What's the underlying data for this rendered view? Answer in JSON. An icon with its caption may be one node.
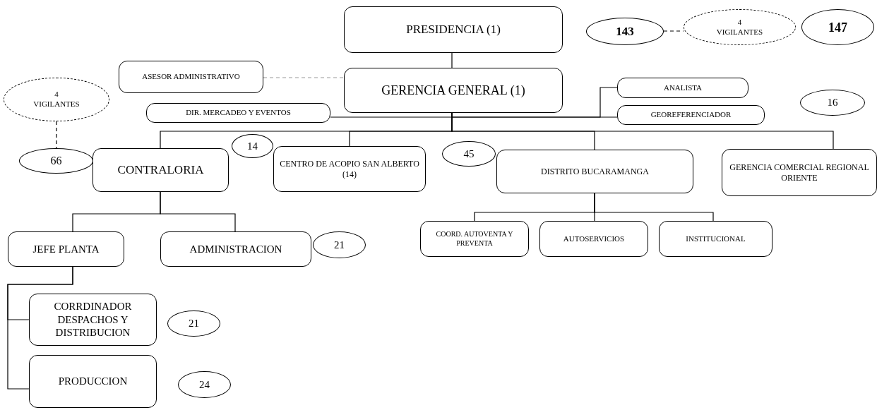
{
  "diagram": {
    "nodes": [
      {
        "text": [
          "PRESIDENCIA (1)"
        ]
      },
      {
        "text": [
          "143"
        ]
      },
      {
        "text": [
          "4",
          "VIGILANTES"
        ]
      },
      {
        "text": [
          "147"
        ]
      },
      {
        "text": [
          "ASESOR ADMINISTRATIVO"
        ]
      },
      {
        "text": [
          "GERENCIA GENERAL (1)"
        ]
      },
      {
        "text": [
          "ANALISTA"
        ]
      },
      {
        "text": [
          "GEOREFERENCIADOR"
        ]
      },
      {
        "text": [
          "16"
        ]
      },
      {
        "text": [
          "4",
          "VIGILANTES"
        ]
      },
      {
        "text": [
          "DIR. MERCADEO Y EVENTOS"
        ]
      },
      {
        "text": [
          "66"
        ]
      },
      {
        "text": [
          "14"
        ]
      },
      {
        "text": [
          "CONTRALORIA"
        ]
      },
      {
        "text": [
          "CENTRO DE ACOPIO SAN ALBERTO (14)"
        ]
      },
      {
        "text": [
          "45"
        ]
      },
      {
        "text": [
          "DISTRITO BUCARAMANGA"
        ]
      },
      {
        "text": [
          "GERENCIA COMERCIAL REGIONAL ORIENTE"
        ]
      },
      {
        "text": [
          "JEFE PLANTA"
        ]
      },
      {
        "text": [
          "ADMINISTRACION"
        ]
      },
      {
        "text": [
          "21"
        ]
      },
      {
        "text": [
          "COORD. AUTOVENTA Y PREVENTA"
        ]
      },
      {
        "text": [
          "AUTOSERVICIOS"
        ]
      },
      {
        "text": [
          "INSTITUCIONAL"
        ]
      },
      {
        "text": [
          "CORRDINADOR DESPACHOS Y DISTRIBUCION"
        ]
      },
      {
        "text": [
          "21"
        ]
      },
      {
        "text": [
          "PRODUCCION"
        ]
      },
      {
        "text": [
          "24"
        ]
      }
    ],
    "edges": [
      {
        "from": 0,
        "to": 5,
        "arrow": "none"
      },
      {
        "from": 1,
        "to": 2,
        "arrow": "none",
        "style": "dashed"
      },
      {
        "from": 4,
        "to": 5,
        "arrow": "none",
        "style": "dashed",
        "color": "#999999"
      },
      {
        "from": 9,
        "to": 11,
        "arrow": "none",
        "style": "dashed"
      },
      {
        "from": 5,
        "to": 10,
        "arrow": "none"
      },
      {
        "from": 5,
        "to": 6,
        "arrow": "none"
      },
      {
        "from": 5,
        "to": 7,
        "arrow": "none"
      },
      {
        "from": 5,
        "to": 13,
        "arrow": "none"
      },
      {
        "from": 5,
        "to": 14,
        "arrow": "none"
      },
      {
        "from": 5,
        "to": 16,
        "arrow": "none"
      },
      {
        "from": 5,
        "to": 17,
        "arrow": "none"
      },
      {
        "from": 13,
        "to": 18,
        "arrow": "none"
      },
      {
        "from": 13,
        "to": 19,
        "arrow": "none"
      },
      {
        "from": 16,
        "to": 21,
        "arrow": "none"
      },
      {
        "from": 16,
        "to": 22,
        "arrow": "none"
      },
      {
        "from": 16,
        "to": 23,
        "arrow": "none"
      },
      {
        "from": 18,
        "to": 24,
        "arrow": "none"
      },
      {
        "from": 18,
        "to": 26,
        "arrow": "none"
      }
    ]
  }
}
